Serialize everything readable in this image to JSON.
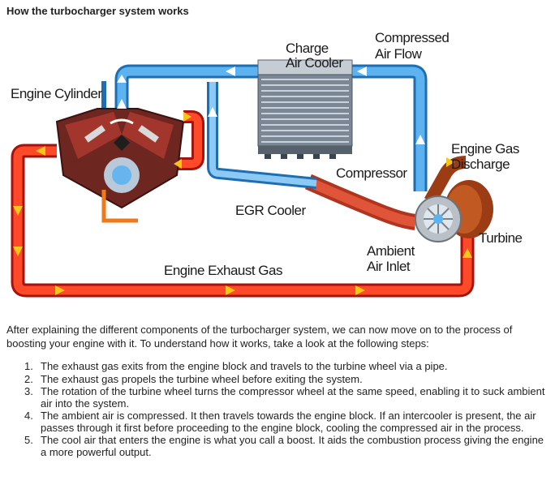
{
  "title": "How the turbocharger system works",
  "colors": {
    "hot_pipe": "#e8281d",
    "cool_pipe": "#3d9be0",
    "arrow": "#f5c518",
    "cooler": "#8a96a4",
    "turbo_housing": "#9b3c14",
    "engine": "#7a2c22"
  },
  "diagram_labels": {
    "engine_cylinder": "Engine Cylinder",
    "charge_air_cooler_1": "Charge",
    "charge_air_cooler_2": "Air Cooler",
    "compressed_air_flow_1": "Compressed",
    "compressed_air_flow_2": "Air Flow",
    "engine_gas_discharge_1": "Engine Gas",
    "engine_gas_discharge_2": "Discharge",
    "compressor": "Compressor",
    "egr_cooler": "EGR Cooler",
    "turbine": "Turbine",
    "ambient_air_inlet_1": "Ambient",
    "ambient_air_inlet_2": "Air Inlet",
    "engine_exhaust_gas": "Engine Exhaust Gas"
  },
  "intro": "After explaining the different components of the turbocharger system, we can now move on to the process of boosting your  engine with it. To understand how it works, take a look at the following steps:",
  "steps": [
    {
      "num": "1.",
      "text": "The exhaust gas exits from the engine block and travels to the turbine wheel via a pipe."
    },
    {
      "num": "2.",
      "text": "The exhaust gas propels the turbine wheel before exiting the system."
    },
    {
      "num": "3.",
      "text": "The rotation of the turbine wheel turns the compressor wheel at the same speed, enabling it to suck ambient air into the system."
    },
    {
      "num": "4.",
      "text": "The ambient air is compressed. It then travels towards the engine block. If an intercooler is present, the air passes through it first before proceeding to the engine block, cooling the compressed air in the process."
    },
    {
      "num": "5.",
      "text": "The cool air that enters the engine is what you call a boost. It aids the combustion process giving the engine a more powerful output."
    }
  ]
}
